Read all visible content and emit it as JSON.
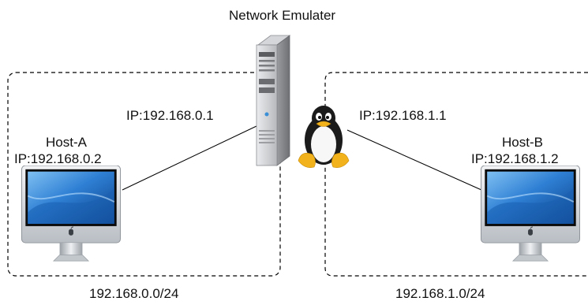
{
  "title": "Network Emulater",
  "router": {
    "ip_left": "IP:192.168.0.1",
    "ip_right": "IP:192.168.1.1"
  },
  "host_a": {
    "name": "Host-A",
    "ip": "IP:192.168.0.2"
  },
  "host_b": {
    "name": "Host-B",
    "ip": "IP:192.168.1.2"
  },
  "subnets": {
    "left": "192.168.0.0/24",
    "right": "192.168.1.0/24"
  },
  "colors": {
    "line": "#000000",
    "screen_blue": "#2e7fd4",
    "monitor_silver": "#d9dde1",
    "server_gray": "#c9cbcf"
  },
  "icons": [
    "server-icon",
    "linux-penguin-icon",
    "imac-monitor-icon"
  ]
}
